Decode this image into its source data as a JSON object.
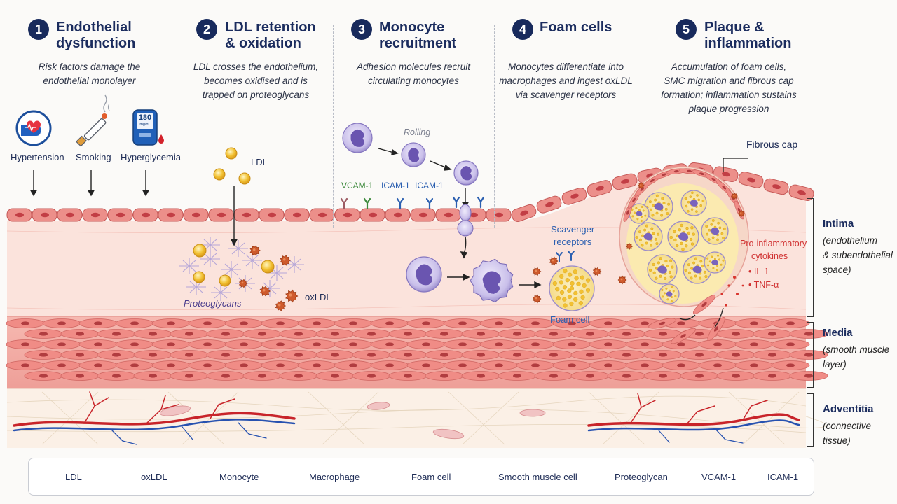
{
  "steps": [
    {
      "num": "1",
      "title_1": "Endothelial",
      "title_2": "dysfunction",
      "desc_1": "Risk factors damage the",
      "desc_2": "endothelial monolayer",
      "desc_3": "",
      "desc_4": ""
    },
    {
      "num": "2",
      "title_1": "LDL retention",
      "title_2": "& oxidation",
      "desc_1": "LDL crosses the endothelium,",
      "desc_2": "becomes oxidised and is",
      "desc_3": "trapped on proteoglycans",
      "desc_4": ""
    },
    {
      "num": "3",
      "title_1": "Monocyte",
      "title_2": "recruitment",
      "desc_1": "Adhesion molecules recruit",
      "desc_2": "circulating monocytes",
      "desc_3": "",
      "desc_4": ""
    },
    {
      "num": "4",
      "title_1": "Foam cells",
      "title_2": "",
      "desc_1": "Monocytes differentiate into",
      "desc_2": "macrophages and ingest oxLDL",
      "desc_3": "via scavenger receptors",
      "desc_4": ""
    },
    {
      "num": "5",
      "title_1": "Plaque &",
      "title_2": "inflammation",
      "desc_1": "Accumulation of foam cells,",
      "desc_2": "SMC migration and fibrous cap",
      "desc_3": "formation; inflammation sustains",
      "desc_4": "plaque progression"
    }
  ],
  "risk_factors": {
    "hypertension": "Hypertension",
    "smoking": "Smoking",
    "hyperglycemia": "Hyperglycemia",
    "glucose_value": "180",
    "glucose_unit": "mg/dL"
  },
  "labels": {
    "ldl": "LDL",
    "proteoglycans": "Proteoglycans",
    "oxldl": "oxLDL",
    "rolling": "Rolling",
    "vcam1": "VCAM-1",
    "icam1_a": "ICAM-1",
    "icam1_b": "ICAM-1",
    "scavenger_1": "Scavenger",
    "scavenger_2": "receptors",
    "foam_cell": "Foam cell",
    "fibrous_cap": "Fibrous cap",
    "cytokines_1": "Pro-inflammatory",
    "cytokines_2": "cytokines",
    "il1": "• IL-1",
    "tnf": "• TNF-α"
  },
  "layers": {
    "intima_name": "Intima",
    "intima_desc_1": "(endothelium",
    "intima_desc_2": "& subendothelial",
    "intima_desc_3": "space)",
    "media_name": "Media",
    "media_desc_1": "(smooth muscle",
    "media_desc_2": "layer)",
    "adventitia_name": "Adventitia",
    "adventitia_desc_1": "(connective tissue)"
  },
  "legend": {
    "ldl": "LDL",
    "oxldl": "oxLDL",
    "monocyte": "Monocyte",
    "macrophage": "Macrophage",
    "foam_cell": "Foam cell",
    "smc": "Smooth muscle cell",
    "proteoglycan": "Proteoglycan",
    "vcam1": "VCAM-1",
    "icam1": "ICAM-1"
  },
  "colors": {
    "navy": "#182a5c",
    "endothelium": "#ec8f8a",
    "intima": "#fbe1da",
    "media": "#f3a9a3",
    "adventitia": "#fbf0e8",
    "ldl": "#f2c132",
    "oxldl": "#c8552a",
    "monocyte": "#9a8bcc",
    "vcam": "#3d8a3d",
    "icam": "#2b5fb0",
    "cytokine_text": "#d03030"
  }
}
